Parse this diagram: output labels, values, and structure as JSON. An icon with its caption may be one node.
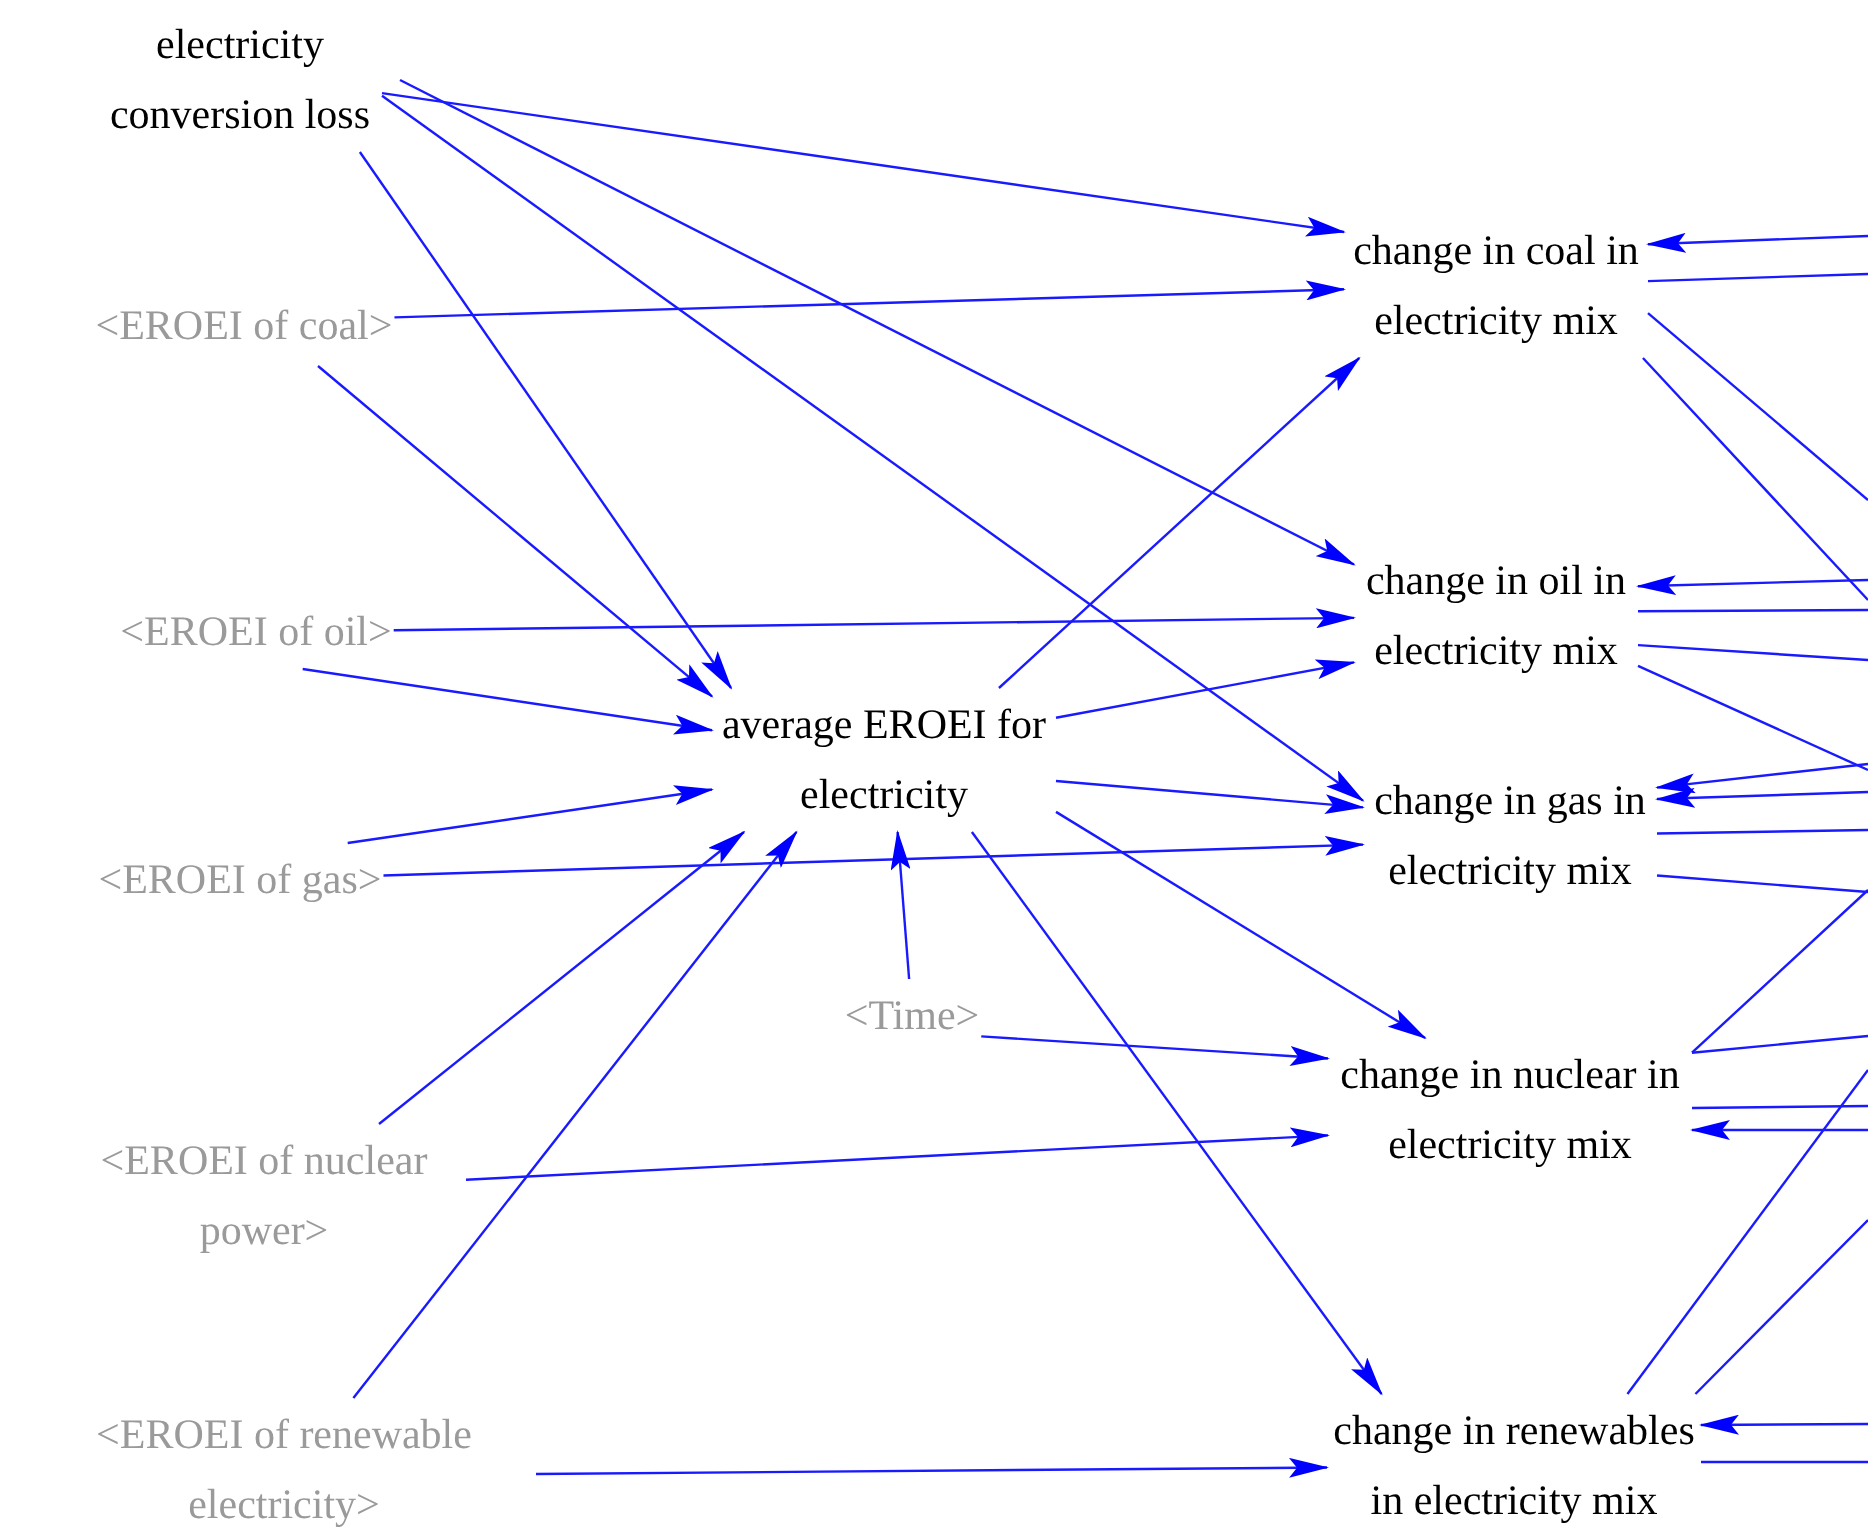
{
  "diagram": {
    "nodes": [
      {
        "text": [
          "electricity conversion loss"
        ]
      },
      {
        "text": [
          "<EROEI of coal>"
        ]
      },
      {
        "text": [
          "<EROEI of oil>"
        ]
      },
      {
        "text": [
          "<EROEI of gas>"
        ]
      },
      {
        "text": [
          "<EROEI of nuclear power>"
        ]
      },
      {
        "text": [
          "<EROEI of renewable electricity>"
        ]
      },
      {
        "text": [
          "average EROEI for electricity"
        ]
      },
      {
        "text": [
          "<Time>"
        ]
      },
      {
        "text": [
          "change in coal in electricity mix"
        ]
      },
      {
        "text": [
          "change in oil in electricity mix"
        ]
      },
      {
        "text": [
          "change in gas in electricity mix"
        ]
      },
      {
        "text": [
          "change in nuclear in electricity mix"
        ]
      },
      {
        "text": [
          "change in renewables in electricity mix"
        ]
      }
    ],
    "edges": [
      {
        "from": 0,
        "to": 8,
        "arrow": "to"
      },
      {
        "from": 0,
        "to": 6,
        "arrow": "to"
      },
      {
        "from": 0,
        "to": 9,
        "arrow": "to"
      },
      {
        "from": 0,
        "to": 10,
        "arrow": "to"
      },
      {
        "from": 1,
        "to": 8,
        "arrow": "to"
      },
      {
        "from": 1,
        "to": 6,
        "arrow": "to"
      },
      {
        "from": 2,
        "to": 9,
        "arrow": "to"
      },
      {
        "from": 2,
        "to": 6,
        "arrow": "to"
      },
      {
        "from": 3,
        "to": 6,
        "arrow": "to"
      },
      {
        "from": 3,
        "to": 10,
        "arrow": "to"
      },
      {
        "from": 4,
        "to": 6,
        "arrow": "to"
      },
      {
        "from": 4,
        "to": 11,
        "arrow": "to"
      },
      {
        "from": 5,
        "to": 6,
        "arrow": "to"
      },
      {
        "from": 5,
        "to": 12,
        "arrow": "to"
      },
      {
        "from": 7,
        "to": 6,
        "arrow": "to"
      },
      {
        "from": 7,
        "to": 11,
        "arrow": "to"
      },
      {
        "from": 6,
        "to": 8,
        "arrow": "to"
      },
      {
        "from": 6,
        "to": 9,
        "arrow": "to"
      },
      {
        "from": 6,
        "to": 10,
        "arrow": "to"
      },
      {
        "from": 6,
        "to": 11,
        "arrow": "to"
      },
      {
        "from": 6,
        "to": 12,
        "arrow": "to"
      },
      {
        "from": null,
        "to": 8,
        "arrow": "to"
      },
      {
        "from": 8,
        "to": null,
        "arrow": "none"
      },
      {
        "from": 8,
        "to": null,
        "arrow": "none"
      },
      {
        "from": 8,
        "to": null,
        "arrow": "none"
      },
      {
        "from": null,
        "to": 9,
        "arrow": "to"
      },
      {
        "from": 9,
        "to": null,
        "arrow": "none"
      },
      {
        "from": 9,
        "to": null,
        "arrow": "none"
      },
      {
        "from": 9,
        "to": null,
        "arrow": "none"
      },
      {
        "from": null,
        "to": 10,
        "arrow": "to"
      },
      {
        "from": null,
        "to": 10,
        "arrow": "to"
      },
      {
        "from": 10,
        "to": null,
        "arrow": "none"
      },
      {
        "from": 10,
        "to": null,
        "arrow": "none"
      },
      {
        "from": 11,
        "to": null,
        "arrow": "none"
      },
      {
        "from": 11,
        "to": null,
        "arrow": "none"
      },
      {
        "from": 11,
        "to": null,
        "arrow": "none"
      },
      {
        "from": null,
        "to": 11,
        "arrow": "to"
      },
      {
        "from": 12,
        "to": null,
        "arrow": "none"
      },
      {
        "from": 12,
        "to": null,
        "arrow": "none"
      },
      {
        "from": null,
        "to": 12,
        "arrow": "to"
      },
      {
        "from": 12,
        "to": null,
        "arrow": "none"
      }
    ]
  }
}
